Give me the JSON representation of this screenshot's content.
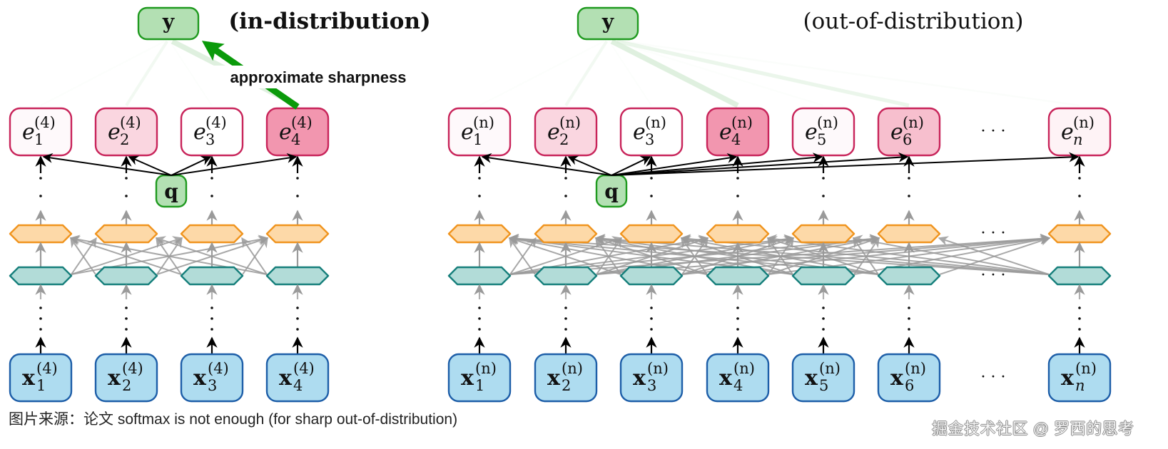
{
  "panels": [
    {
      "id": "left",
      "title": "(in-distribution)",
      "output_label": "y",
      "query_label": "q",
      "annotation": "approximate sharpness",
      "superscript": "(4)",
      "columns": [
        {
          "sub": "1",
          "weight": 0.05
        },
        {
          "sub": "2",
          "weight": 0.35
        },
        {
          "sub": "3",
          "weight": 0.0
        },
        {
          "sub": "4",
          "weight": 0.9
        }
      ],
      "ellipsis": false
    },
    {
      "id": "right",
      "title": "(out-of-distribution)",
      "output_label": "y",
      "query_label": "q",
      "superscript": "(n)",
      "columns": [
        {
          "sub": "1",
          "weight": 0.05
        },
        {
          "sub": "2",
          "weight": 0.35
        },
        {
          "sub": "3",
          "weight": 0.0
        },
        {
          "sub": "4",
          "weight": 0.9
        },
        {
          "sub": "5",
          "weight": 0.05
        },
        {
          "sub": "6",
          "weight": 0.55
        },
        {
          "sub": "n",
          "weight": 0.1
        }
      ],
      "ellipsis": true,
      "ellipsis_text": "· · ·"
    }
  ],
  "colors": {
    "y_fill": "#b3e0b3",
    "y_stroke": "#1f9a1f",
    "e_stroke": "#c8245a",
    "e_fill_max": "#f08aa6",
    "orange_fill": "#fdd9a8",
    "orange_stroke": "#f0941e",
    "teal_fill": "#b2dcd8",
    "teal_stroke": "#167f7b",
    "x_fill": "#aedcf0",
    "x_stroke": "#1d5ea8",
    "arrow_gray": "#9a9a9a",
    "sharp_arrow": "#0a9a0a"
  },
  "caption": "图片来源：论文 softmax is not enough (for sharp out-of-distribution)",
  "watermark": "掘金技术社区 @ 罗西的思考"
}
